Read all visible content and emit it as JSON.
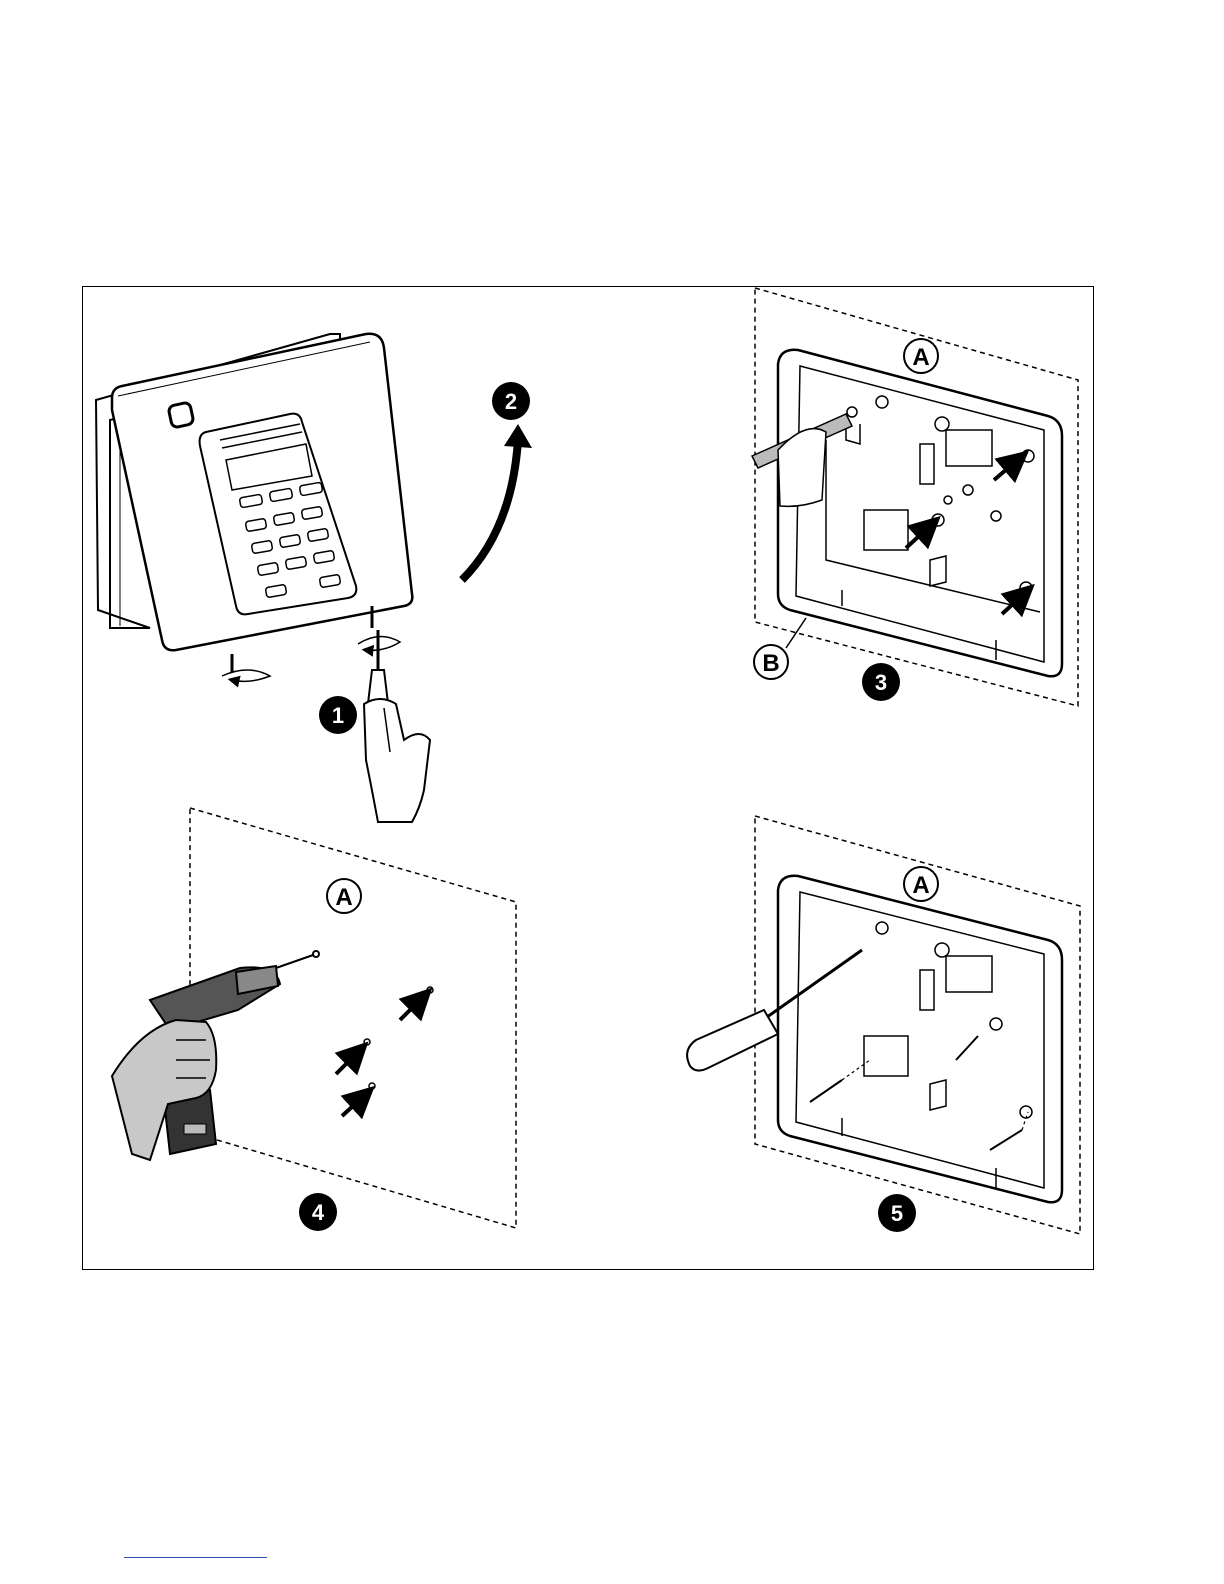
{
  "figure": {
    "step_labels": [
      "1",
      "2",
      "3",
      "4",
      "5"
    ],
    "callouts": {
      "step3_top": "A",
      "step3_bottom": "B",
      "step4_top": "A",
      "step5_top": "A"
    }
  },
  "colors": {
    "line": "#000000",
    "frame": "#000000",
    "hand_fill": "#c8c8c8",
    "drill_body": "#555555",
    "footer_rule": "#2a4fb0"
  },
  "icons": [
    "screwdriver-icon",
    "hand-icon",
    "drill-icon",
    "arrow-icon",
    "screw-icon"
  ]
}
